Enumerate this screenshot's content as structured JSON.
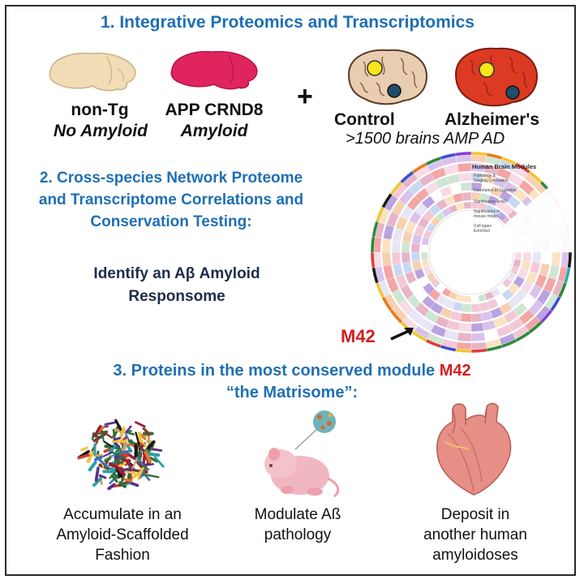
{
  "section1": {
    "title": "1. Integrative Proteomics and Transcriptomics",
    "mouse_nontg": {
      "line1": "non-Tg",
      "line2": "No Amyloid"
    },
    "mouse_app": {
      "line1": "APP CRND8",
      "line2": "Amyloid"
    },
    "plus": "+",
    "human_control": "Control",
    "human_ad": "Alzheimer's",
    "cohort_note": ">1500 brains AMP AD"
  },
  "section2": {
    "title_lines": [
      "2. Cross-species Network Proteome",
      "and Transcriptome Correlations and",
      "Conservation Testing:"
    ],
    "subtitle_lines": [
      "Identify an Aβ Amyloid",
      "Responsome"
    ],
    "circos": {
      "legend_title": "Human Brain Modules",
      "legend_items": [
        "Pathology &",
        "Staging Correlation",
        "Correlation to Cognition",
        "Significance to AD",
        "Significance in",
        "mouse model",
        "Cell types",
        "Enriched"
      ],
      "module_label": "M42"
    }
  },
  "section3": {
    "title_line1_prefix": "3. Proteins in the most conserved module ",
    "title_line1_highlight": "M42",
    "title_line2": "“the Matrisome”:",
    "items": [
      {
        "lines": [
          "Accumulate in an",
          "Amyloid-Scaffolded",
          "Fashion"
        ]
      },
      {
        "lines": [
          "Modulate Aß",
          "pathology"
        ]
      },
      {
        "lines": [
          "Deposit in",
          "another human",
          "amyloidoses"
        ]
      }
    ]
  },
  "colors": {
    "title_blue": "#1f6fb4",
    "highlight_red": "#d21f1f",
    "mouse_tan": "#f2dcb5",
    "mouse_app": "#e0245e",
    "human_control": "#e9cdb0",
    "human_ad": "#dc3a22"
  }
}
